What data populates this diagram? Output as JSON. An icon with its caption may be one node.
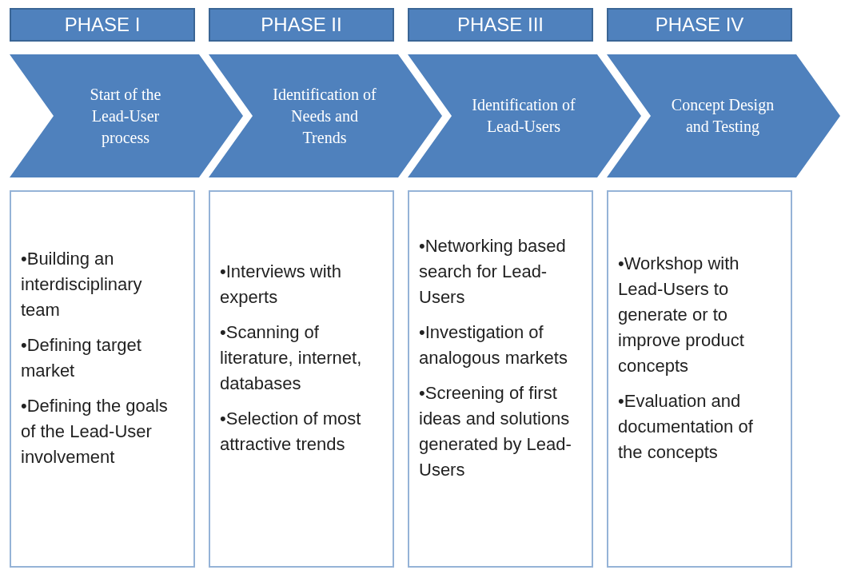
{
  "diagram": {
    "nodes": [
      {
        "text": [
          "PHASE I"
        ]
      },
      {
        "text": [
          "PHASE II"
        ]
      },
      {
        "text": [
          "PHASE III"
        ]
      },
      {
        "text": [
          "PHASE IV"
        ]
      },
      {
        "text": [
          "Start of the Lead-User process"
        ]
      },
      {
        "text": [
          "Identification of Needs and Trends"
        ]
      },
      {
        "text": [
          "Identification of Lead-Users"
        ]
      },
      {
        "text": [
          "Concept Design and Testing"
        ]
      },
      {
        "text": [
          "•Building an interdisciplinary team",
          "•Defining target market",
          "•Defining the goals of the Lead-User involvement"
        ]
      },
      {
        "text": [
          "•Interviews with experts",
          "•Scanning of literature, internet, databases",
          "•Selection of most attractive trends"
        ]
      },
      {
        "text": [
          "•Networking based search for Lead-Users",
          "•Investigation of analogous markets",
          "•Screening of first ideas and solutions generated by Lead-Users"
        ]
      },
      {
        "text": [
          "•Workshop with Lead-Users to generate or to improve product concepts",
          "•Evaluation and documentation of the concepts"
        ]
      }
    ],
    "edges": []
  }
}
